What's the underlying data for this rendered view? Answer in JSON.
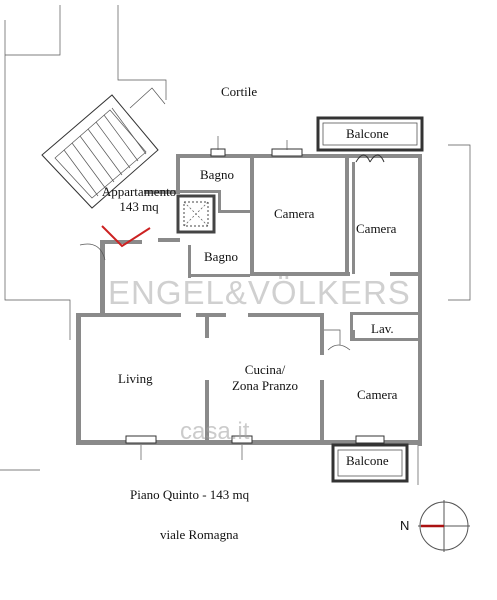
{
  "plan": {
    "area_label": "Appartamento",
    "area_value": "143 mq",
    "floor_caption": "Piano Quinto - 143 mq",
    "street": "viale Romagna",
    "courtyard": "Cortile",
    "rooms": {
      "balcone_top": "Balcone",
      "bagno_1": "Bagno",
      "bagno_2": "Bagno",
      "camera_1": "Camera",
      "camera_2": "Camera",
      "camera_3": "Camera",
      "lavanderia": "Lav.",
      "living": "Living",
      "cucina_line1": "Cucina/",
      "cucina_line2": "Zona Pranzo",
      "balcone_bottom": "Balcone"
    },
    "compass_letter": "N"
  },
  "watermarks": {
    "brand": "ENGEL&VÖLKERS",
    "portal": "casa.it"
  },
  "colors": {
    "wall": "#8a8a8a",
    "line": "#333333",
    "marker": "#cc2222",
    "compass_needle": "#aa1111"
  }
}
